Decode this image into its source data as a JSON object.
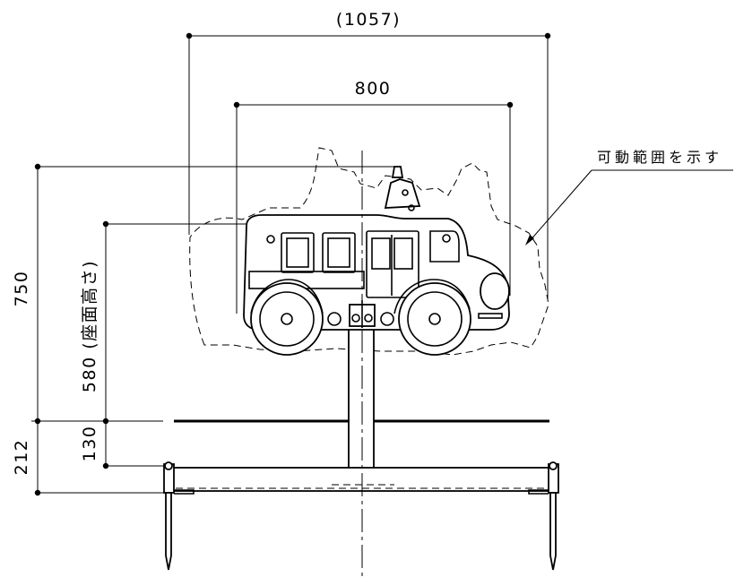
{
  "dimensions": {
    "overall_width": "(1057)",
    "body_width": "800",
    "total_height": "750",
    "seat_height": "580 (座面高さ)",
    "ground_to_spring": "130",
    "base_depth": "212"
  },
  "annotations": {
    "range_note": "可動範囲を示す"
  }
}
